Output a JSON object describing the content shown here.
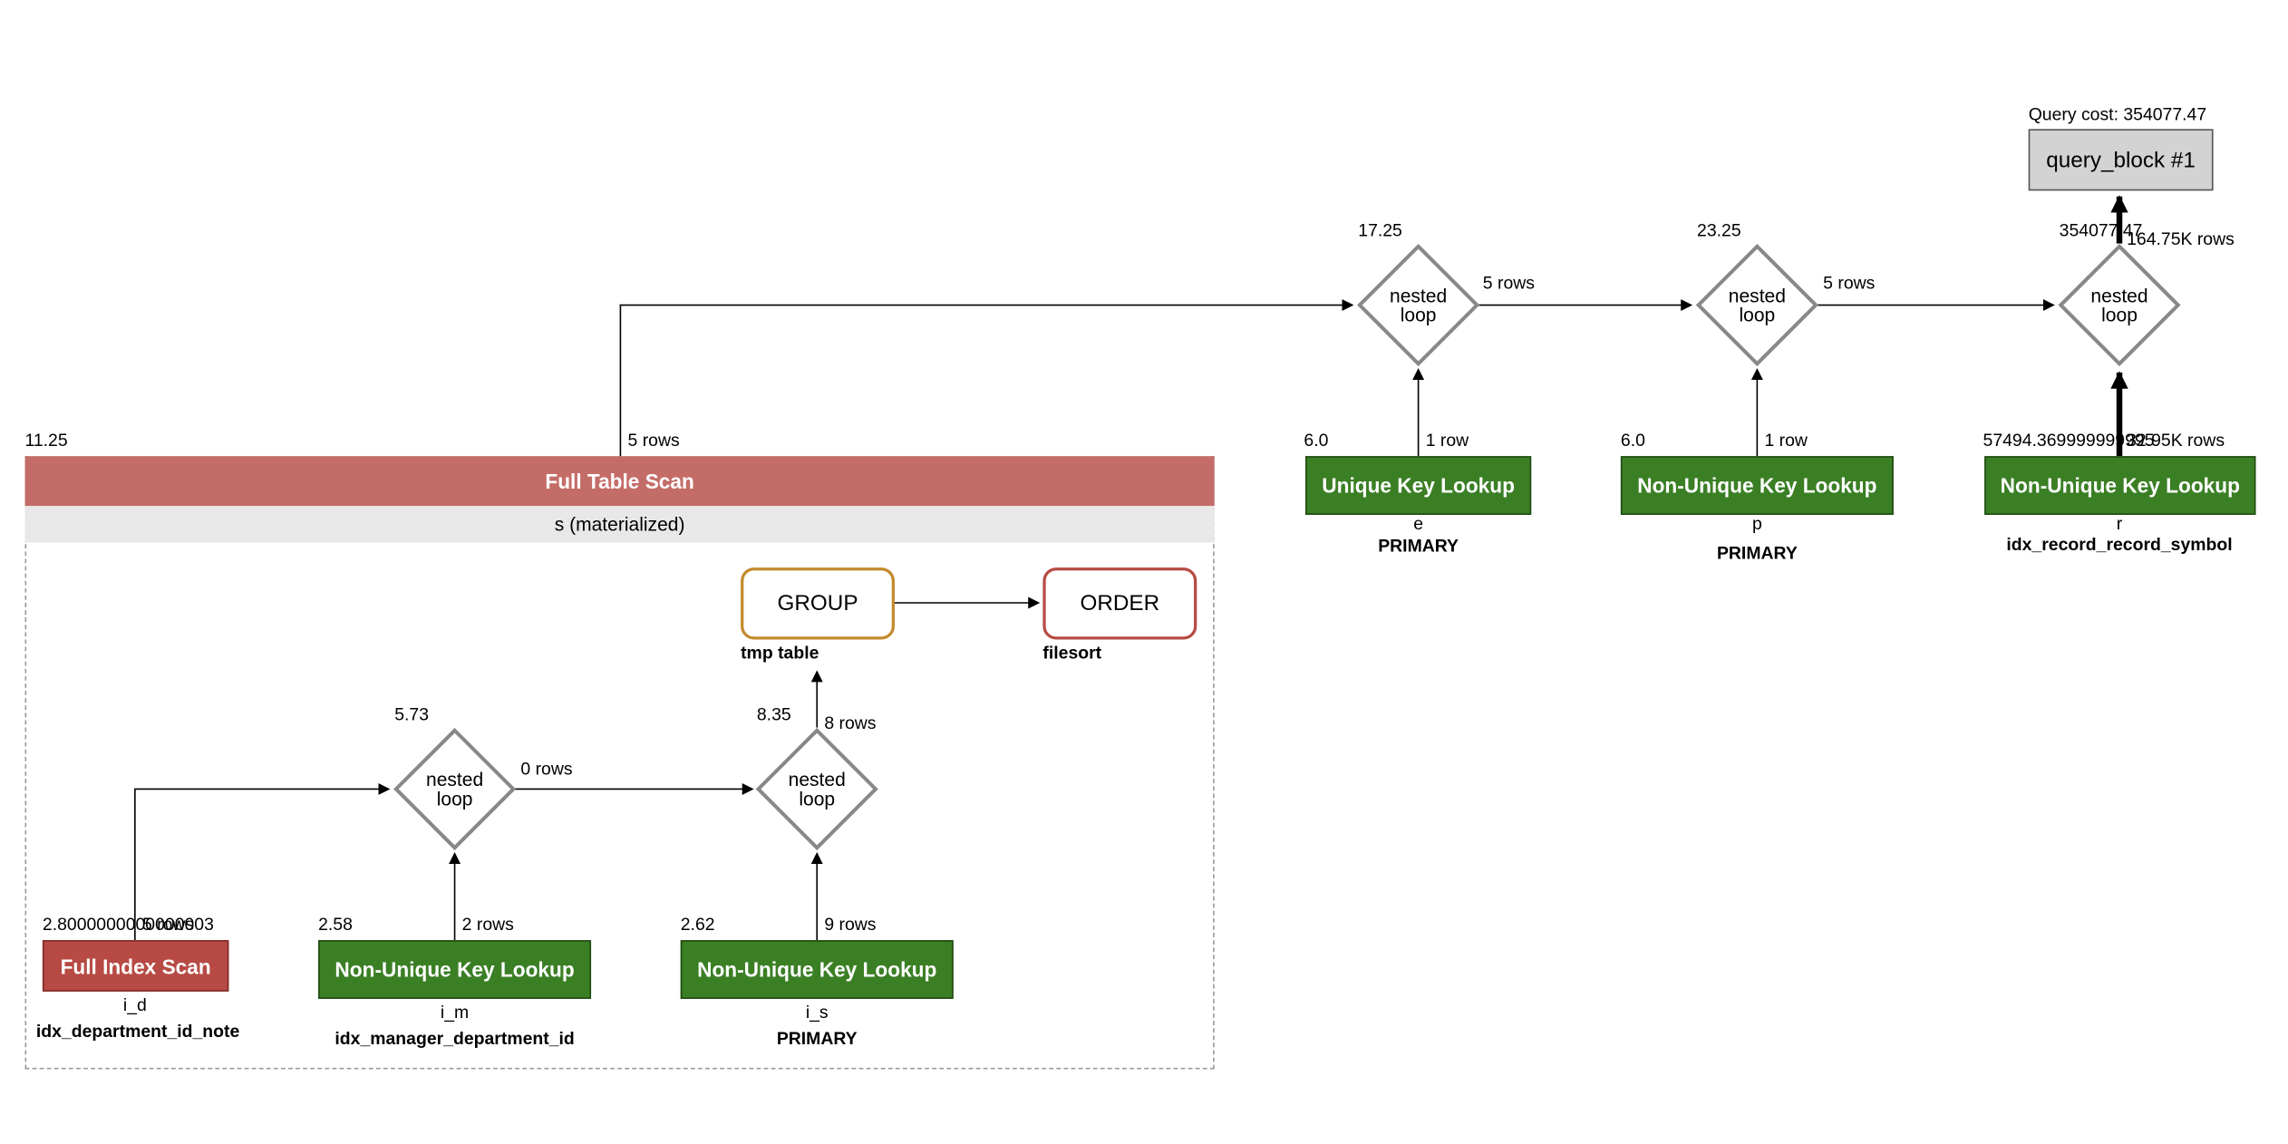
{
  "query_cost": "Query cost: 354077.47",
  "query_block": "query_block #1",
  "full_table_scan": {
    "cost": "11.25",
    "title": "Full Table Scan",
    "table": "s (materialized)",
    "rows_out": "5 rows"
  },
  "outer_loops": [
    {
      "cost": "17.25",
      "label": "nested\nloop",
      "rows_out": "5 rows"
    },
    {
      "cost": "23.25",
      "label": "nested\nloop",
      "rows_out": "5 rows"
    },
    {
      "cost": "354077.47",
      "label": "nested\nloop",
      "rows_out": "164.75K rows"
    }
  ],
  "outer_lookups": [
    {
      "cost": "6.0",
      "title": "Unique Key Lookup",
      "table": "e",
      "key": "PRIMARY",
      "rows": "1 row"
    },
    {
      "cost": "6.0",
      "title": "Non-Unique Key Lookup",
      "table": "p",
      "key": "PRIMARY",
      "rows": "1 row"
    },
    {
      "cost": "57494.369999999995",
      "title": "Non-Unique Key Lookup",
      "table": "r",
      "key": "idx_record_record_symbol",
      "rows": "32.95K rows"
    }
  ],
  "inner_loops": [
    {
      "cost": "5.73",
      "label": "nested\nloop",
      "rows_out": "0 rows"
    },
    {
      "cost": "8.35",
      "label": "nested\nloop",
      "rows_out": "8 rows"
    }
  ],
  "inner_scans": [
    {
      "cost": "2.8000000000000003",
      "title": "Full Index Scan",
      "table": "i_d",
      "key": "idx_department_id_note",
      "rows": "5 rows"
    },
    {
      "cost": "2.58",
      "title": "Non-Unique Key Lookup",
      "table": "i_m",
      "key": "idx_manager_department_id",
      "rows": "2 rows"
    },
    {
      "cost": "2.62",
      "title": "Non-Unique Key Lookup",
      "table": "i_s",
      "key": "PRIMARY",
      "rows": "9 rows"
    }
  ],
  "group": {
    "label": "GROUP",
    "note": "tmp table"
  },
  "order": {
    "label": "ORDER",
    "note": "filesort"
  },
  "colors": {
    "green": "#3b7f25",
    "red": "#b74a44",
    "fts_header": "#c46d68",
    "group_border": "#c48a2c",
    "order_border": "#b74a44"
  }
}
